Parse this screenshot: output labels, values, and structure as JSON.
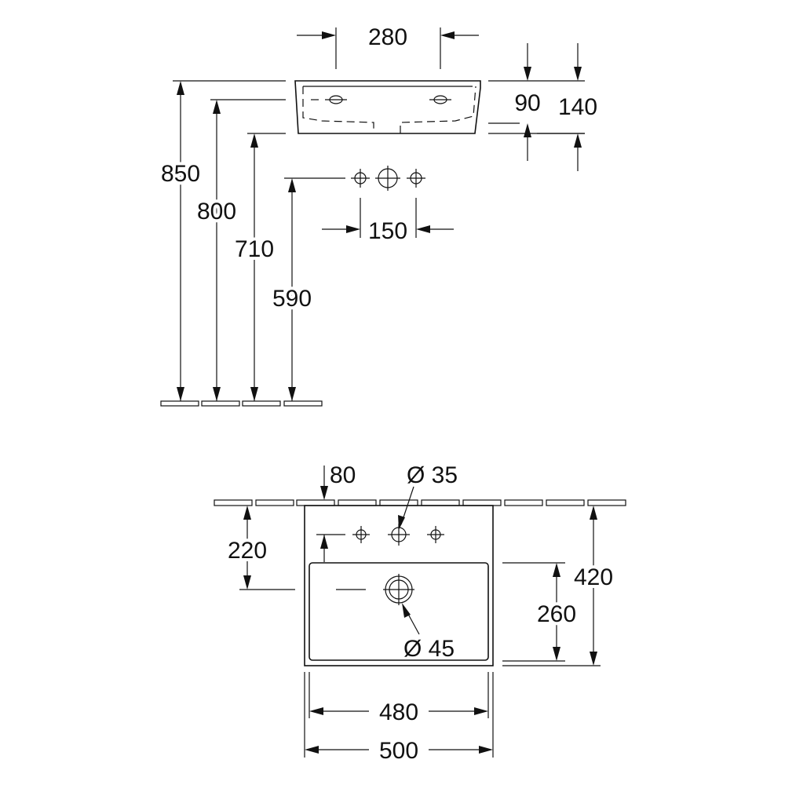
{
  "side_view": {
    "width_between_holes": "280",
    "top_thickness": "90",
    "overall_height": "140",
    "height_rim": "850",
    "height_top_edge": "800",
    "height_bottom": "710",
    "height_supply": "590",
    "supply_spacing": "150"
  },
  "plan_view": {
    "hole_offset": "80",
    "tap_hole_diameter": "Ø 35",
    "hole_depth": "220",
    "waste_distance": "260",
    "overall_depth": "420",
    "waste_diameter": "Ø 45",
    "inner_width": "480",
    "overall_width": "500"
  }
}
